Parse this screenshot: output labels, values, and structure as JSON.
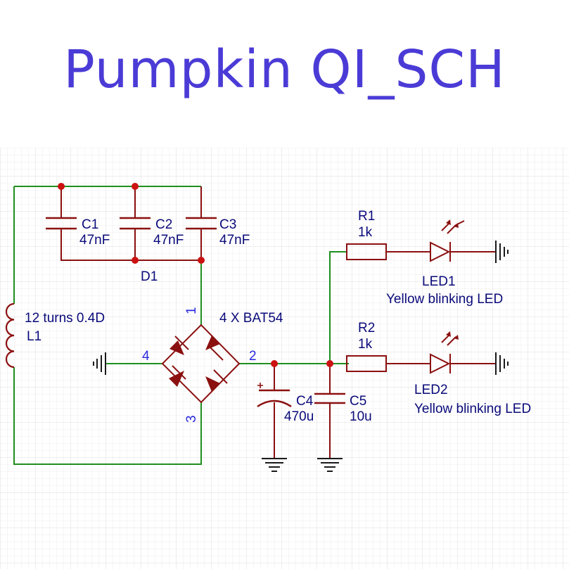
{
  "title": "Pumpkin QI_SCH",
  "colors": {
    "title": "#4b3bd6",
    "wire": "#1f8f1f",
    "part": "#8b1010",
    "junction": "#cc1111",
    "label": "#0a0a7a",
    "pin": "#2a2ae0",
    "grid": "#e6e6e6"
  },
  "components": {
    "c1": {
      "ref": "C1",
      "value": "47nF"
    },
    "c2": {
      "ref": "C2",
      "value": "47nF"
    },
    "c3": {
      "ref": "C3",
      "value": "47nF"
    },
    "d1": {
      "ref": "D1",
      "value": "4 X BAT54"
    },
    "l1": {
      "ref": "L1",
      "value": "12 turns 0.4D"
    },
    "c4": {
      "ref": "C4",
      "value": "470u"
    },
    "c5": {
      "ref": "C5",
      "value": "10u"
    },
    "r1": {
      "ref": "R1",
      "value": "1k"
    },
    "r2": {
      "ref": "R2",
      "value": "1k"
    },
    "led1": {
      "ref": "LED1",
      "value": "Yellow blinking LED"
    },
    "led2": {
      "ref": "LED2",
      "value": "Yellow blinking LED"
    }
  },
  "pins": {
    "p1": "1",
    "p2": "2",
    "p3": "3",
    "p4": "4"
  },
  "icons": [
    "ground-symbol",
    "diode-symbol",
    "led-symbol",
    "capacitor-symbol",
    "inductor-symbol",
    "resistor-symbol"
  ]
}
